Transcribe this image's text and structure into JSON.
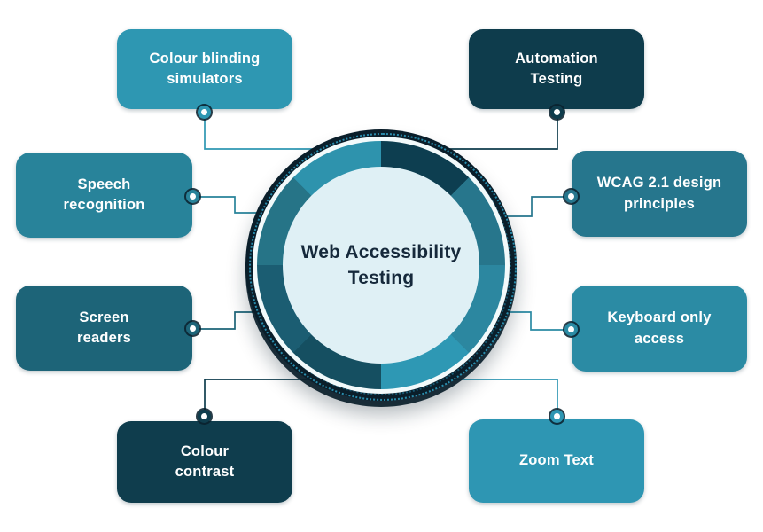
{
  "center": {
    "label": "Web Accessibility\nTesting",
    "text_color": "#16293B",
    "inner_bg": "#DFF0F5",
    "white_ring_color": "#F2FAFB",
    "outer_ring_color": "#0A1E2A"
  },
  "ring": {
    "segments": [
      "#0D3E50",
      "#27768C",
      "#2C87A0",
      "#2E98B4",
      "#154F61",
      "#1B5D72",
      "#267487",
      "#2E93AD"
    ]
  },
  "nodes": [
    {
      "id": "colour-blinding-simulators",
      "label": "Colour blinding\nsimulators",
      "color": "#2E97B2"
    },
    {
      "id": "automation-testing",
      "label": "Automation\nTesting",
      "color": "#0E3C4C"
    },
    {
      "id": "speech-recognition",
      "label": "Speech\nrecognition",
      "color": "#28839A"
    },
    {
      "id": "wcag-design-principles",
      "label": "WCAG 2.1 design\nprinciples",
      "color": "#26768D"
    },
    {
      "id": "screen-readers",
      "label": "Screen\nreaders",
      "color": "#1D6478"
    },
    {
      "id": "keyboard-only-access",
      "label": "Keyboard only\naccess",
      "color": "#2B8BA4"
    },
    {
      "id": "colour-contrast",
      "label": "Colour\ncontrast",
      "color": "#0F3D4D"
    },
    {
      "id": "zoom-text",
      "label": "Zoom Text",
      "color": "#2E96B3"
    }
  ]
}
